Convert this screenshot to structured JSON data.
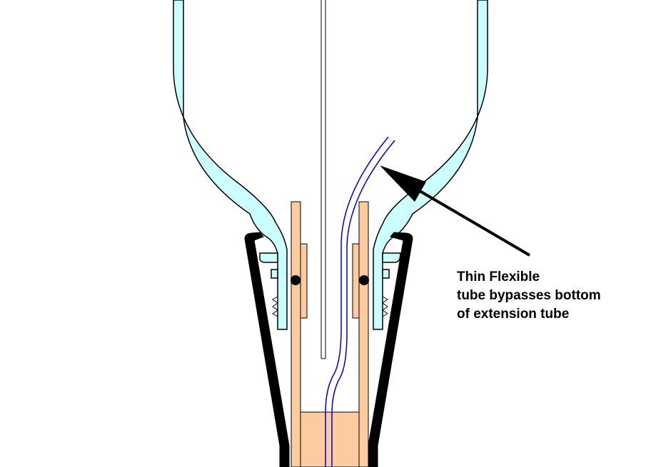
{
  "annotation": {
    "lines": [
      "Thin Flexible",
      "tube bypasses bottom",
      "of extension tube"
    ]
  },
  "colors": {
    "glass_fill": "#ccffff",
    "outline": "#000000",
    "wood_fill": "#fdcba0",
    "flexible_tube": "#0000cc",
    "collar": "#000000"
  }
}
